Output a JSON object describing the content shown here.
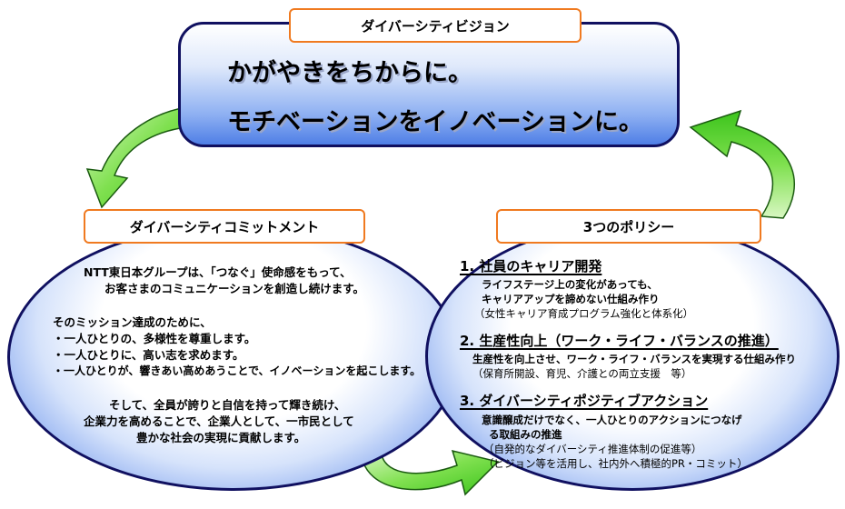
{
  "vision": {
    "label": "ダイバーシティビジョン",
    "line1": "かがやきをちからに。",
    "line2": "モチベーションをイノベーションに。"
  },
  "commitment": {
    "label": "ダイバーシティコミットメント",
    "intro_line1": "NTT東日本グループは、「つなぐ」使命感をもって、",
    "intro_line2": "お客さまのコミュニケーションを創造し続けます。",
    "mission_lead": "そのミッション達成のために、",
    "bullet1": "・一人ひとりの、多様性を尊重します。",
    "bullet2": "・一人ひとりに、高い志を求めます。",
    "bullet3": "・一人ひとりが、響きあい高めあうことで、イノベーションを起こします。",
    "closing_line1": "そして、全員が誇りと自信を持って輝き続け、",
    "closing_line2": "企業力を高めることで、企業人として、一市民として",
    "closing_line3": "豊かな社会の実現に貢献します。"
  },
  "policies": {
    "label": "3つのポリシー",
    "items": [
      {
        "heading": "1. 社員のキャリア開発",
        "line1": "ライフステージ上の変化があっても、",
        "line2": "キャリアアップを諦めない仕組み作り",
        "note": "（女性キャリア育成プログラム強化と体系化）"
      },
      {
        "heading": "2. 生産性向上（ワーク・ライフ・バランスの推進）",
        "line1": "生産性を向上させ、ワーク・ライフ・バランスを実現する仕組み作り",
        "note": "（保育所開設、育児、介護との両立支援　等）"
      },
      {
        "heading": "3. ダイバーシティポジティブアクション",
        "line1": "意識醸成だけでなく、一人ひとりのアクションにつなげ",
        "line2": "る取組みの推進",
        "note1": "（自発的なダイバーシティ推進体制の促進等）",
        "note2": "（ビジョン等を活用し、社内外へ積極的PR・コミット）"
      }
    ]
  },
  "colors": {
    "arrow_green": "#6ee046",
    "label_border": "#f07a20",
    "shape_border": "#101060"
  }
}
